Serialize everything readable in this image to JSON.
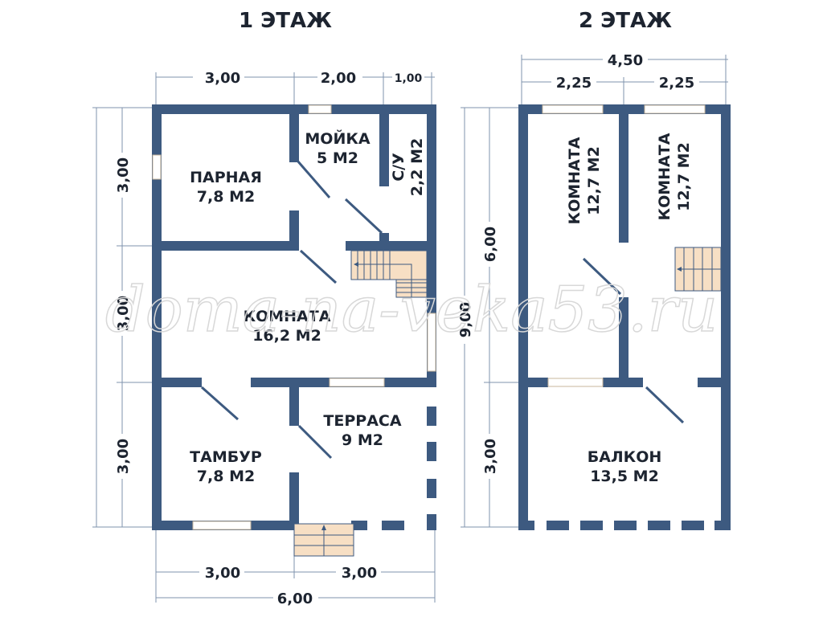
{
  "floor1": {
    "title": "1 ЭТАЖ",
    "dims_top": [
      "3,00",
      "2,00",
      "1,00"
    ],
    "dims_left": [
      "3,00",
      "3,00",
      "3,00"
    ],
    "dims_bottom": [
      "3,00",
      "3,00"
    ],
    "dim_total_bottom": "6,00",
    "rooms": [
      {
        "name": "ПАРНАЯ",
        "area": "7,8 М2"
      },
      {
        "name": "МОЙКА",
        "area": "5 М2"
      },
      {
        "name": "С/У",
        "area": "2,2 М2"
      },
      {
        "name": "КОМНАТА",
        "area": "16,2 М2"
      },
      {
        "name": "ТАМБУР",
        "area": "7,8 М2"
      },
      {
        "name": "ТЕРРАСА",
        "area": "9 М2"
      }
    ]
  },
  "floor2": {
    "title": "2 ЭТАЖ",
    "dim_total_top": "4,50",
    "dims_top": [
      "2,25",
      "2,25"
    ],
    "dim_total_left": "9,00",
    "dims_left": [
      "6,00",
      "3,00"
    ],
    "rooms": [
      {
        "name": "КОМНАТА",
        "area": "12,7 М2"
      },
      {
        "name": "КОМНАТА",
        "area": "12,7 М2"
      },
      {
        "name": "БАЛКОН",
        "area": "13,5 М2"
      }
    ]
  },
  "watermark": "doma-na-veka53.ru",
  "colors": {
    "wall": "#3d5a80",
    "stairs": "#f7dfc4"
  }
}
